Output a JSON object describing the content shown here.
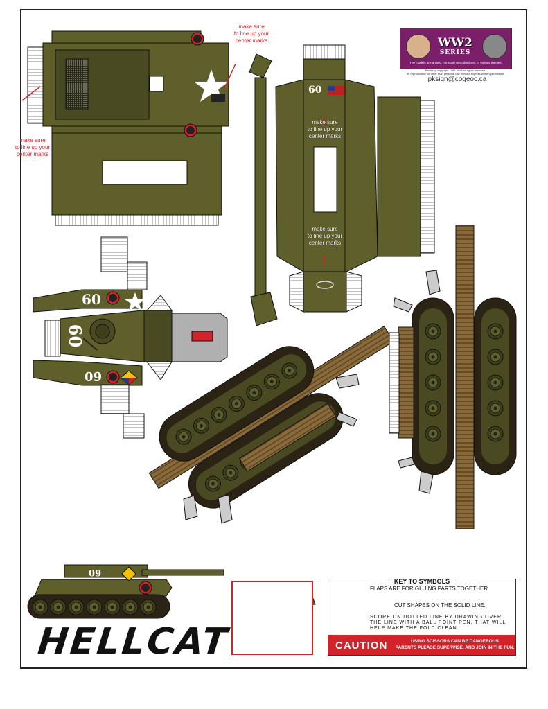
{
  "sheet": {
    "center_note": "make sure\nto line up your\ncenter marks",
    "series_logo": {
      "title": "WW2",
      "subtitle": "SERIES",
      "tagline": "The models are artistic, not scale reproductions, of various themes."
    },
    "copyright": "Pat Kirby copyright 1982-2008 all rights reserved\nno reproduction for other than personal use with out express written permission",
    "email": "pksign@cogeoc.ca",
    "vehicle_number": "60",
    "model_name": "HELLCAT"
  },
  "key_to_symbols": {
    "title": "KEY TO SYMBOLS",
    "flaps": "FLAPS ARE FOR GLUING PARTS TOGETHER",
    "cut": "CUT SHAPES ON THE SOLID LINE.",
    "score": "SCORE ON DOTTED LINE BY DRAWING OVER THE LINE WITH A BALL POINT PEN. THAT WILL HELP MAKE THE FOLD CLEAN.",
    "caution_word": "CAUTION",
    "caution_text": "USING SCISSORS CAN BE DANGEROUS\nPARENTS PLEASE SUPERVISE, AND JOIN IN THE FUN."
  },
  "colors": {
    "olive": "#5f5f2c",
    "olive_dark": "#3f3f1c",
    "track": "#2b2415",
    "wood": "#8a6a3a",
    "red": "#d2232a",
    "logo_purple": "#7b1f6b"
  }
}
